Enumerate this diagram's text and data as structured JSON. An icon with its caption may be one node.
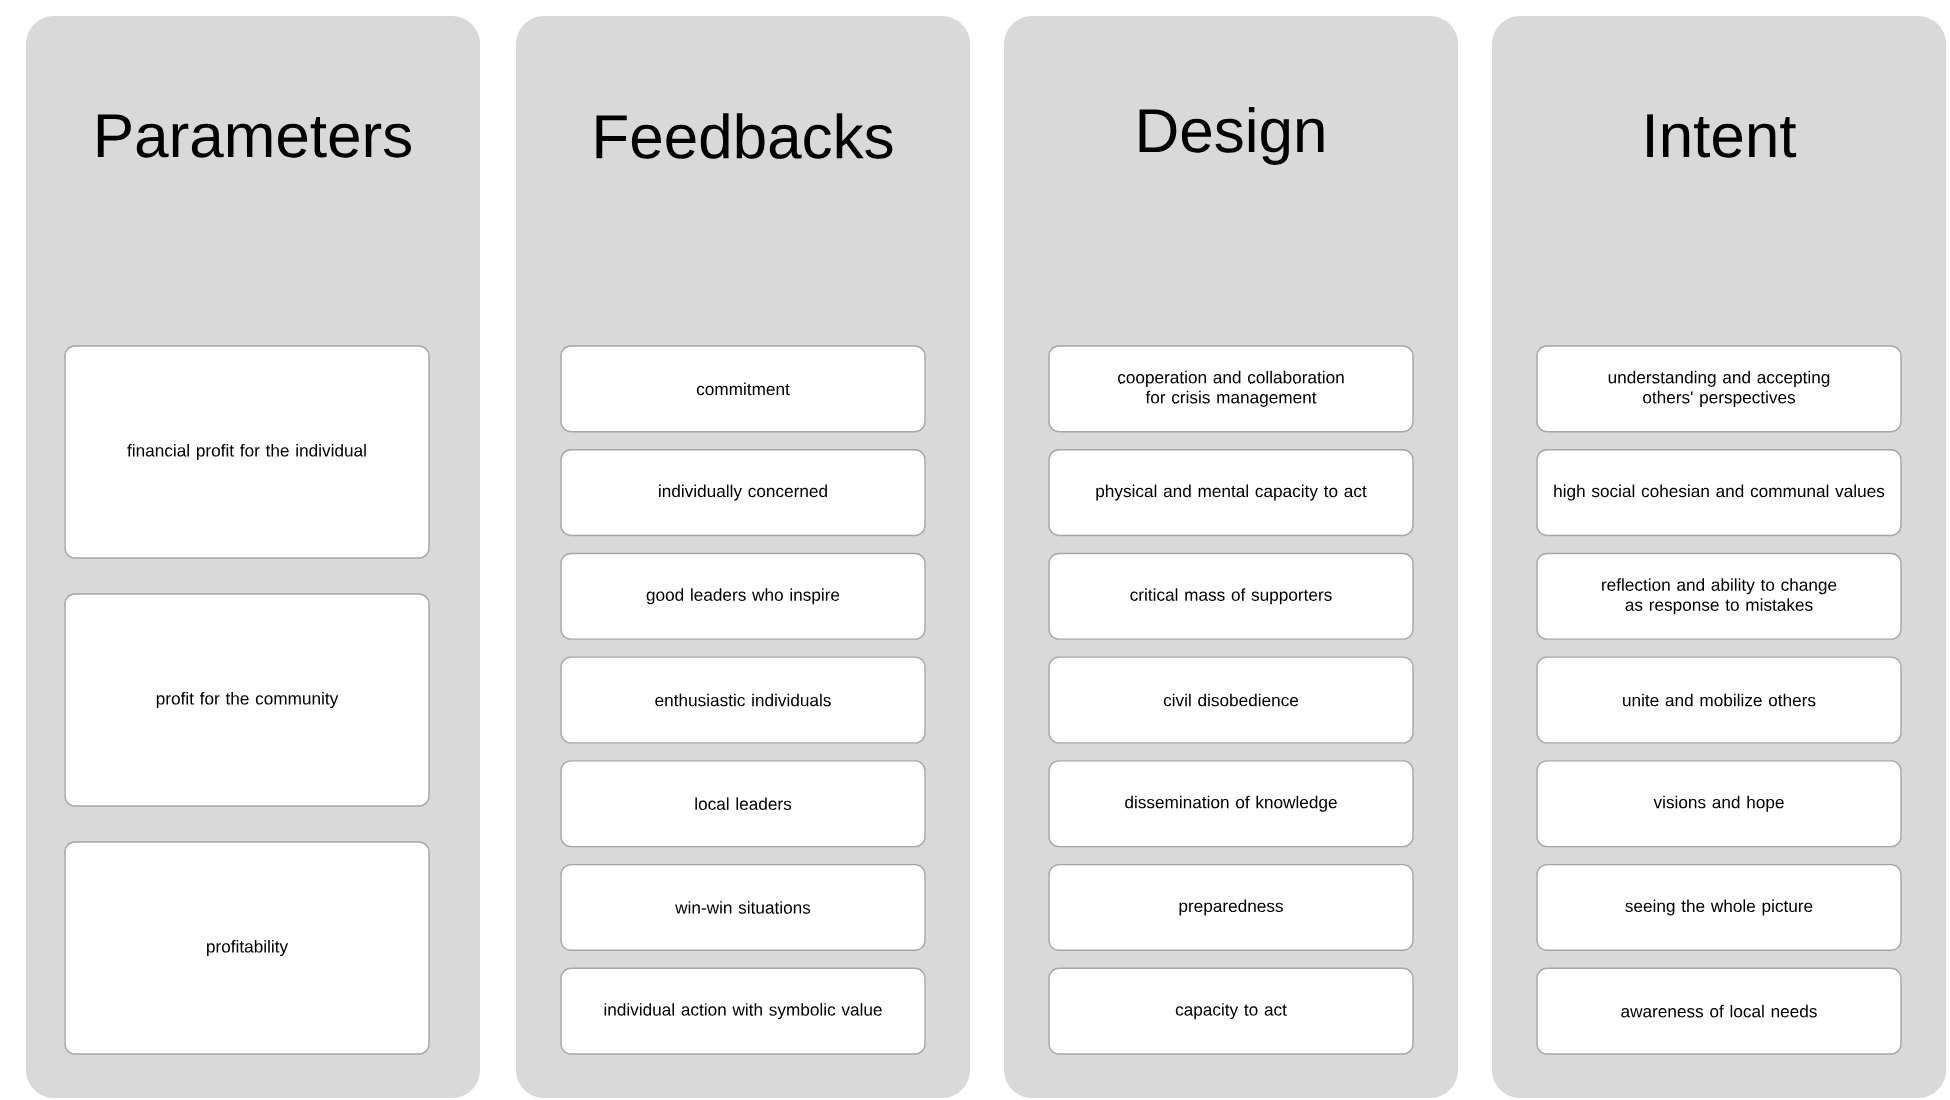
{
  "diagram": {
    "nodes": [
      {
        "text": [
          "Parameters"
        ]
      },
      {
        "text": [
          "financial profit for the individual"
        ],
        "in": 0
      },
      {
        "text": [
          "profit for the community"
        ],
        "in": 0
      },
      {
        "text": [
          "profitability"
        ],
        "in": 0
      },
      {
        "text": [
          "Feedbacks"
        ]
      },
      {
        "text": [
          "commitment"
        ],
        "in": 4
      },
      {
        "text": [
          "individually concerned"
        ],
        "in": 4
      },
      {
        "text": [
          "good leaders who inspire"
        ],
        "in": 4
      },
      {
        "text": [
          "enthusiastic individuals"
        ],
        "in": 4
      },
      {
        "text": [
          "local leaders"
        ],
        "in": 4
      },
      {
        "text": [
          "win-win situations"
        ],
        "in": 4
      },
      {
        "text": [
          "individual action with symbolic value"
        ],
        "in": 4
      },
      {
        "text": [
          "Design"
        ]
      },
      {
        "text": [
          "cooperation and collaboration for crisis management"
        ],
        "in": 12
      },
      {
        "text": [
          "physical and mental capacity to act"
        ],
        "in": 12
      },
      {
        "text": [
          "critical mass of supporters"
        ],
        "in": 12
      },
      {
        "text": [
          "civil disobedience"
        ],
        "in": 12
      },
      {
        "text": [
          "dissemination of knowledge"
        ],
        "in": 12
      },
      {
        "text": [
          "preparedness"
        ],
        "in": 12
      },
      {
        "text": [
          "capacity to act"
        ],
        "in": 12
      },
      {
        "text": [
          "Intent"
        ]
      },
      {
        "text": [
          "understanding and accepting others' perspectives"
        ],
        "in": 20
      },
      {
        "text": [
          "high social cohesian and communal values"
        ],
        "in": 20
      },
      {
        "text": [
          "reflection and ability to change as response to mistakes"
        ],
        "in": 20
      },
      {
        "text": [
          "unite and mobilize others"
        ],
        "in": 20
      },
      {
        "text": [
          "visions and hope"
        ],
        "in": 20
      },
      {
        "text": [
          "seeing the whole picture"
        ],
        "in": 20
      },
      {
        "text": [
          "awareness of local needs"
        ],
        "in": 20
      }
    ]
  }
}
